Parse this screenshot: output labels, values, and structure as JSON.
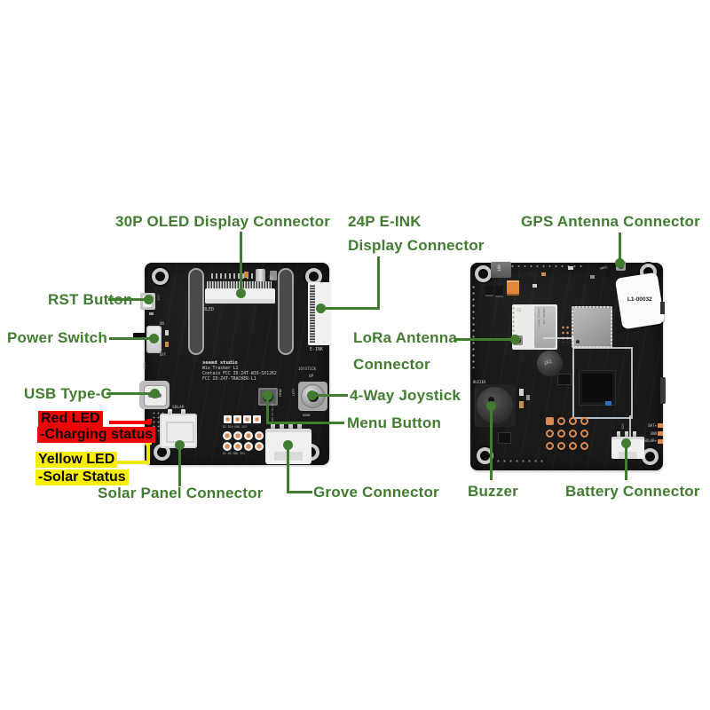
{
  "colors": {
    "label_green": "#417c30",
    "highlight_red": "#f20404",
    "highlight_yellow": "#f8ef00",
    "pcb_black": "#191919"
  },
  "callouts": {
    "oled": "30P OLED Display Connector",
    "eink_line1": "24P E-INK",
    "eink_line2": "Display Connector",
    "gps": "GPS Antenna Connector",
    "rst": "RST Button",
    "power": "Power Switch",
    "usb": "USB Type-C",
    "red_led": "Red LED",
    "red_led_desc": "-Charging status",
    "yellow_led": "Yellow LED",
    "yellow_led_desc": "-Solar Status",
    "solar": "Solar Panel Connector",
    "grove": "Grove Connector",
    "lora_line1": "LoRa Antenna",
    "lora_line2": "Connector",
    "joystick": "4-Way Joystick",
    "menu": "Menu Button",
    "buzzer": "Buzzer",
    "battery": "Battery Connector"
  },
  "board_front": {
    "silkscreen": {
      "brand": "seeed studio",
      "product": "Wio Tracker L1",
      "fcc_line1": "Contain FCC ID:Z4T-WIO-SX1262",
      "fcc_line2": "FCC ID:Z4T-TRACKER-L1",
      "oled": "OLED",
      "eink": "E-INK",
      "pin30": "30",
      "pin24": "24",
      "solar": "SOLAR",
      "joystick": "JOYSTICK",
      "up": "UP",
      "left": "LEFT",
      "down": "DOWN",
      "menu": "MENU",
      "rst": "RST",
      "on": "ON",
      "off": "OFF",
      "usbc": "USBC",
      "header_mid": "D3 D10 GND 3V3",
      "header_bot": "D2 D9 GND 3V3",
      "grove_pins": "GND 5V D1 D0"
    }
  },
  "board_back": {
    "silkscreen": {
      "gnss": "GNSS",
      "sticker": "L1-00032",
      "inductor_top": "100",
      "inductor_mid": "2R2",
      "buzzer": "BUZZER",
      "bat": "BAT",
      "bat_plus": "BAT+",
      "gnd": "GND",
      "solar_plus": "SOLAR+",
      "module_brand": "seeed studio",
      "module_name": "Wio-SX1262",
      "ce": "CE"
    }
  }
}
